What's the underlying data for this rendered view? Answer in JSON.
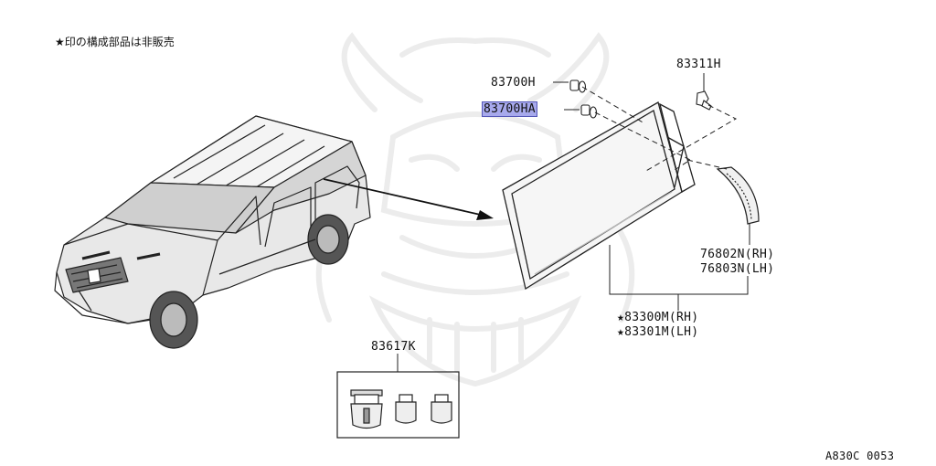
{
  "header": {
    "note": "★印の構成部品は非販売"
  },
  "callouts": [
    {
      "id": "c1",
      "part": "83700H",
      "highlighted": false
    },
    {
      "id": "c2",
      "part": "83700HA",
      "highlighted": true
    },
    {
      "id": "c3",
      "part": "83311H",
      "highlighted": false
    },
    {
      "id": "c4",
      "part": "76802N(RH)",
      "highlighted": false
    },
    {
      "id": "c5",
      "part": "76803N(LH)",
      "highlighted": false
    },
    {
      "id": "c6",
      "part": "★83300M(RH)",
      "highlighted": false
    },
    {
      "id": "c7",
      "part": "★83301M(LH)",
      "highlighted": false
    },
    {
      "id": "c8",
      "part": "83617K",
      "highlighted": false
    }
  ],
  "footer": {
    "diagram_code": "A830C 0053"
  },
  "colors": {
    "line": "#222222",
    "highlight": "#a7a9ec",
    "highlight_border": "#5558b8",
    "watermark": "#ececec"
  },
  "icons": [
    "samurai-watermark",
    "vehicle-illustration",
    "quarter-window-glass",
    "clip-part",
    "kit-parts"
  ]
}
